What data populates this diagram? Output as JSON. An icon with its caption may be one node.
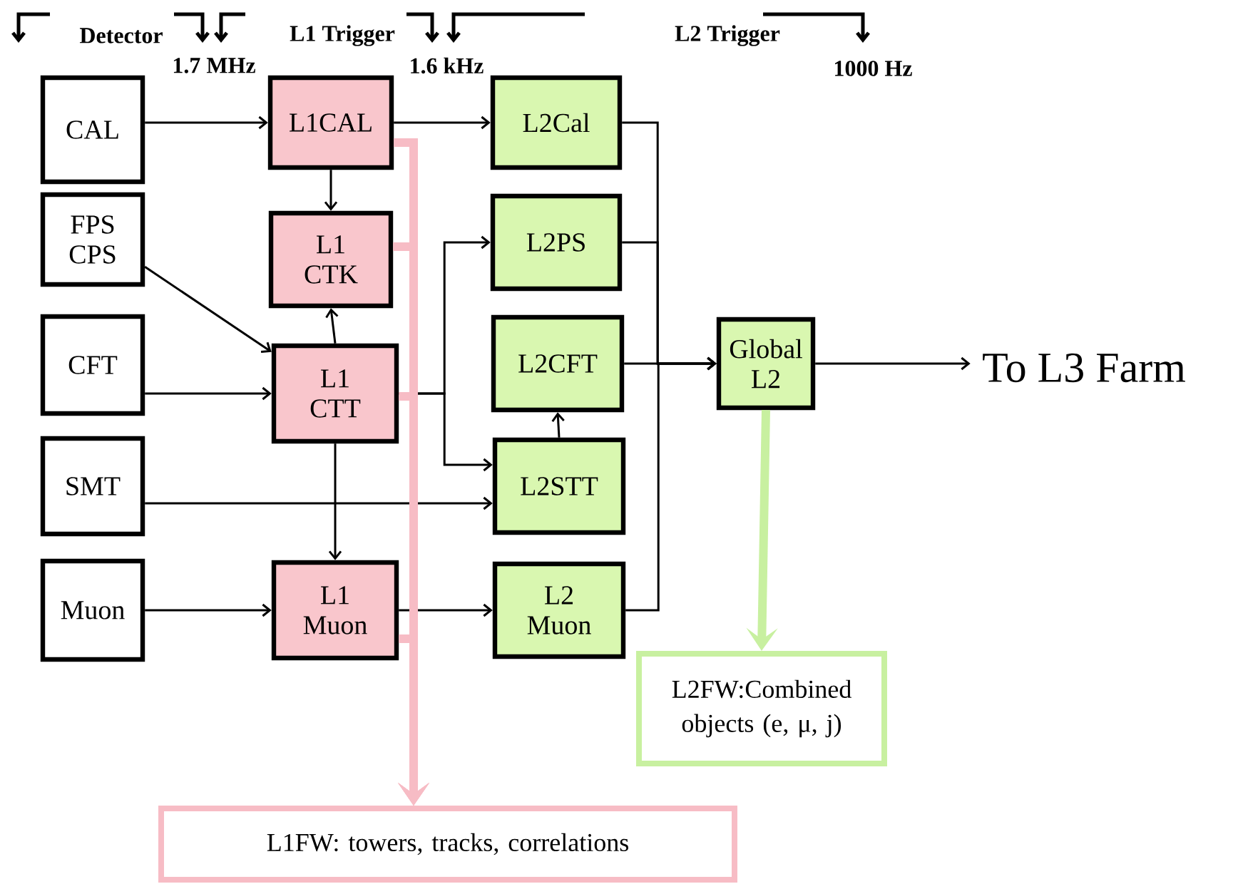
{
  "diagram": {
    "nodes": [
      {
        "text": [
          "CAL"
        ]
      },
      {
        "text": [
          "FPS CPS"
        ]
      },
      {
        "text": [
          "CFT"
        ]
      },
      {
        "text": [
          "SMT"
        ]
      },
      {
        "text": [
          "Muon"
        ]
      },
      {
        "text": [
          "L1CAL"
        ]
      },
      {
        "text": [
          "L1 CTK"
        ]
      },
      {
        "text": [
          "L1 CTT"
        ]
      },
      {
        "text": [
          "L1 Muon"
        ]
      },
      {
        "text": [
          "L2Cal"
        ]
      },
      {
        "text": [
          "L2PS"
        ]
      },
      {
        "text": [
          "L2CFT"
        ]
      },
      {
        "text": [
          "L2STT"
        ]
      },
      {
        "text": [
          "L2 Muon"
        ]
      },
      {
        "text": [
          "Global L2"
        ]
      },
      {
        "text": [
          "To L3 Farm"
        ]
      },
      {
        "text": [
          "L2FW:Combined objects (e, μ, j)"
        ]
      },
      {
        "text": [
          "L1FW: towers, tracks, correlations"
        ]
      }
    ],
    "edges": [
      {
        "from": 0,
        "to": 5,
        "arrow": "to"
      },
      {
        "from": 5,
        "to": 9,
        "arrow": "to"
      },
      {
        "from": 5,
        "to": 6,
        "arrow": "to"
      },
      {
        "from": 1,
        "to": 7,
        "arrow": "to"
      },
      {
        "from": 7,
        "to": 6,
        "arrow": "to"
      },
      {
        "from": 2,
        "to": 7,
        "arrow": "to"
      },
      {
        "from": 7,
        "to": 10,
        "arrow": "to"
      },
      {
        "from": 7,
        "to": 12,
        "arrow": "to"
      },
      {
        "from": 3,
        "to": 12,
        "arrow": "to"
      },
      {
        "from": 7,
        "to": 8,
        "arrow": "to"
      },
      {
        "from": 4,
        "to": 8,
        "arrow": "to"
      },
      {
        "from": 8,
        "to": 13,
        "arrow": "to"
      },
      {
        "from": 12,
        "to": 11,
        "arrow": "to"
      },
      {
        "from": 11,
        "to": 14,
        "arrow": "to"
      },
      {
        "from": 9,
        "to": 14,
        "arrow": "to"
      },
      {
        "from": 10,
        "to": 14,
        "arrow": "to"
      },
      {
        "from": 13,
        "to": 14,
        "arrow": "to"
      },
      {
        "from": 14,
        "to": 15,
        "arrow": "to"
      },
      {
        "from": 5,
        "to": 17,
        "arrow": "to",
        "style": "thick",
        "color": "#f7bcc5"
      },
      {
        "from": 6,
        "to": 17,
        "arrow": "to",
        "style": "thick",
        "color": "#f7bcc5"
      },
      {
        "from": 7,
        "to": 17,
        "arrow": "to",
        "style": "thick",
        "color": "#f7bcc5"
      },
      {
        "from": 8,
        "to": 17,
        "arrow": "to",
        "style": "thick",
        "color": "#f7bcc5"
      },
      {
        "from": 14,
        "to": 16,
        "arrow": "to",
        "style": "thick",
        "color": "#c8f0a0"
      }
    ],
    "labels": [
      "Detector",
      "L1 Trigger",
      "L2 Trigger",
      "1.7 MHz",
      "1.6 kHz",
      "1000 Hz"
    ]
  }
}
